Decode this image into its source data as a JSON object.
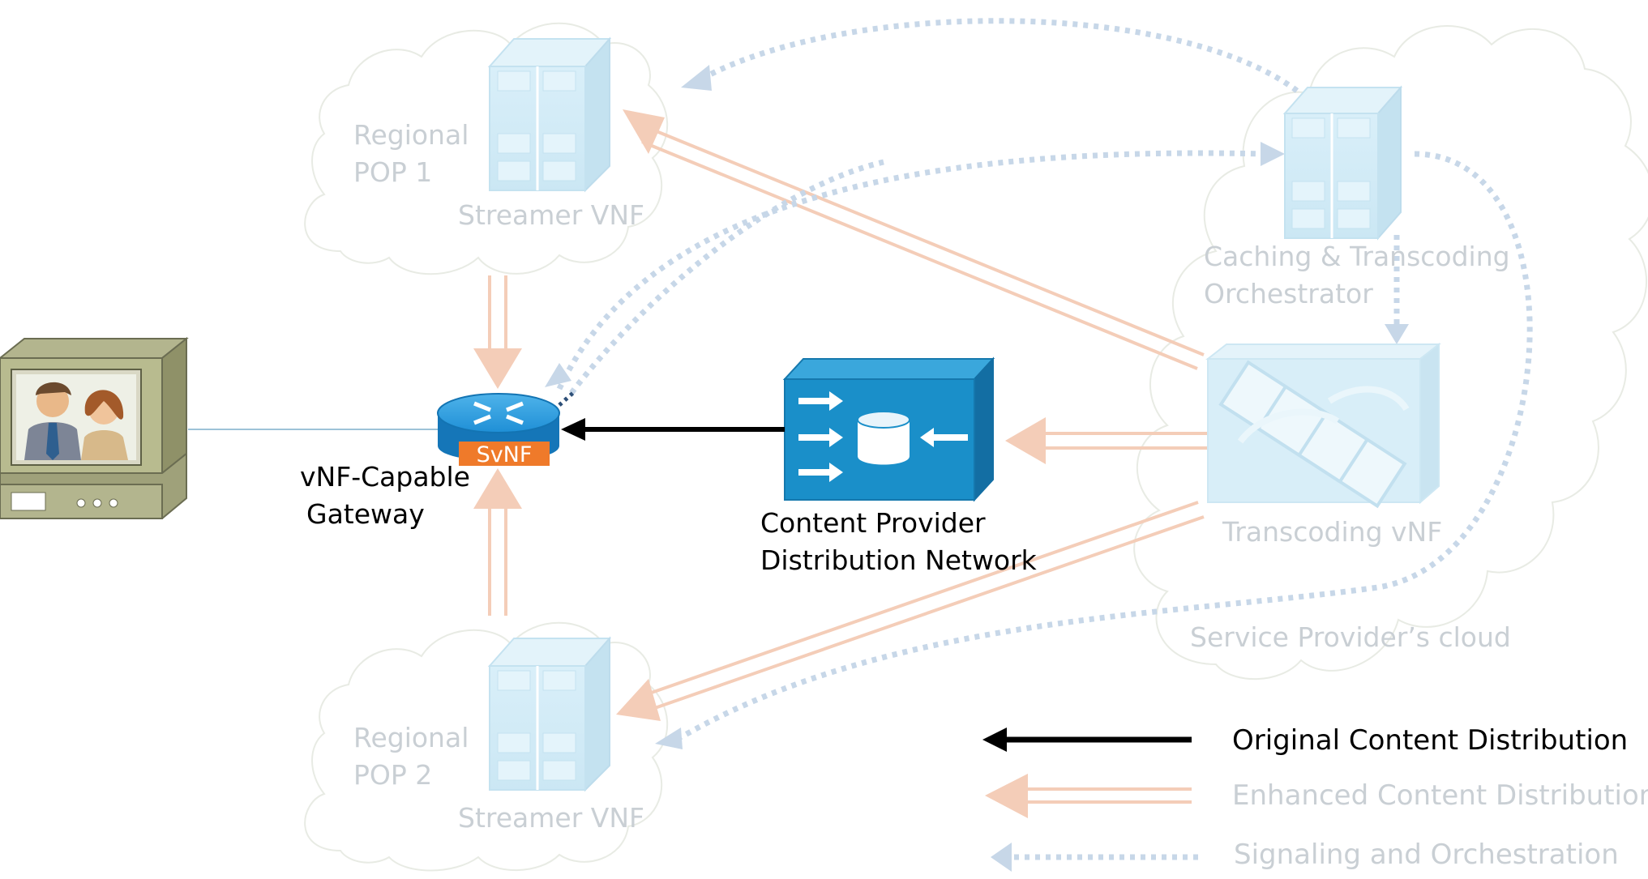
{
  "nodes": {
    "pop1": {
      "line1": "Regional",
      "line2": "POP 1",
      "server": "Streamer VNF"
    },
    "pop2": {
      "line1": "Regional",
      "line2": "POP 2",
      "server": "Streamer VNF"
    },
    "orchestrator": {
      "line1": "Caching & Transcoding",
      "line2": "Orchestrator"
    },
    "transcoder": {
      "label": "Transcoding vNF"
    },
    "sp_cloud": {
      "label": "Service Provider’s cloud"
    },
    "gateway": {
      "line1": "vNF-Capable",
      "line2": "Gateway",
      "badge": "SvNF"
    },
    "cpdn": {
      "line1": "Content Provider",
      "line2": "Distribution Network"
    }
  },
  "legend": {
    "original": "Original Content Distribution",
    "enhanced": "Enhanced Content Distribution",
    "signaling": "Signaling and Orchestration"
  },
  "colors": {
    "original_arrow": "#000000",
    "enhanced_arrow": "#f4cdb8",
    "signaling_arrow": "#c7d7e8",
    "cpdn_blue": "#1a8fc9",
    "gateway_blue": "#1f8fd6",
    "badge_orange": "#ef7a2a",
    "faded_server": "#d3ebf6",
    "cloud_outline": "#e6eae2"
  }
}
